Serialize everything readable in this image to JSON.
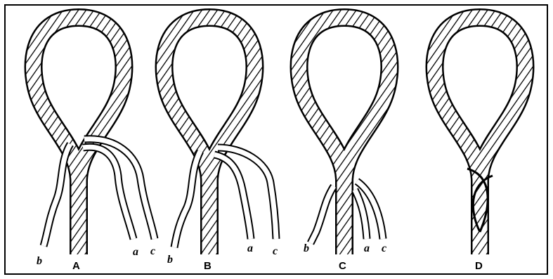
{
  "diagram": {
    "panels": [
      {
        "label": "A",
        "strands": [
          "b",
          "a",
          "c"
        ]
      },
      {
        "label": "B",
        "strands": [
          "b",
          "a",
          "c"
        ]
      },
      {
        "label": "C",
        "strands": [
          "b",
          "a",
          "c"
        ]
      },
      {
        "label": "D",
        "strands": []
      }
    ]
  }
}
